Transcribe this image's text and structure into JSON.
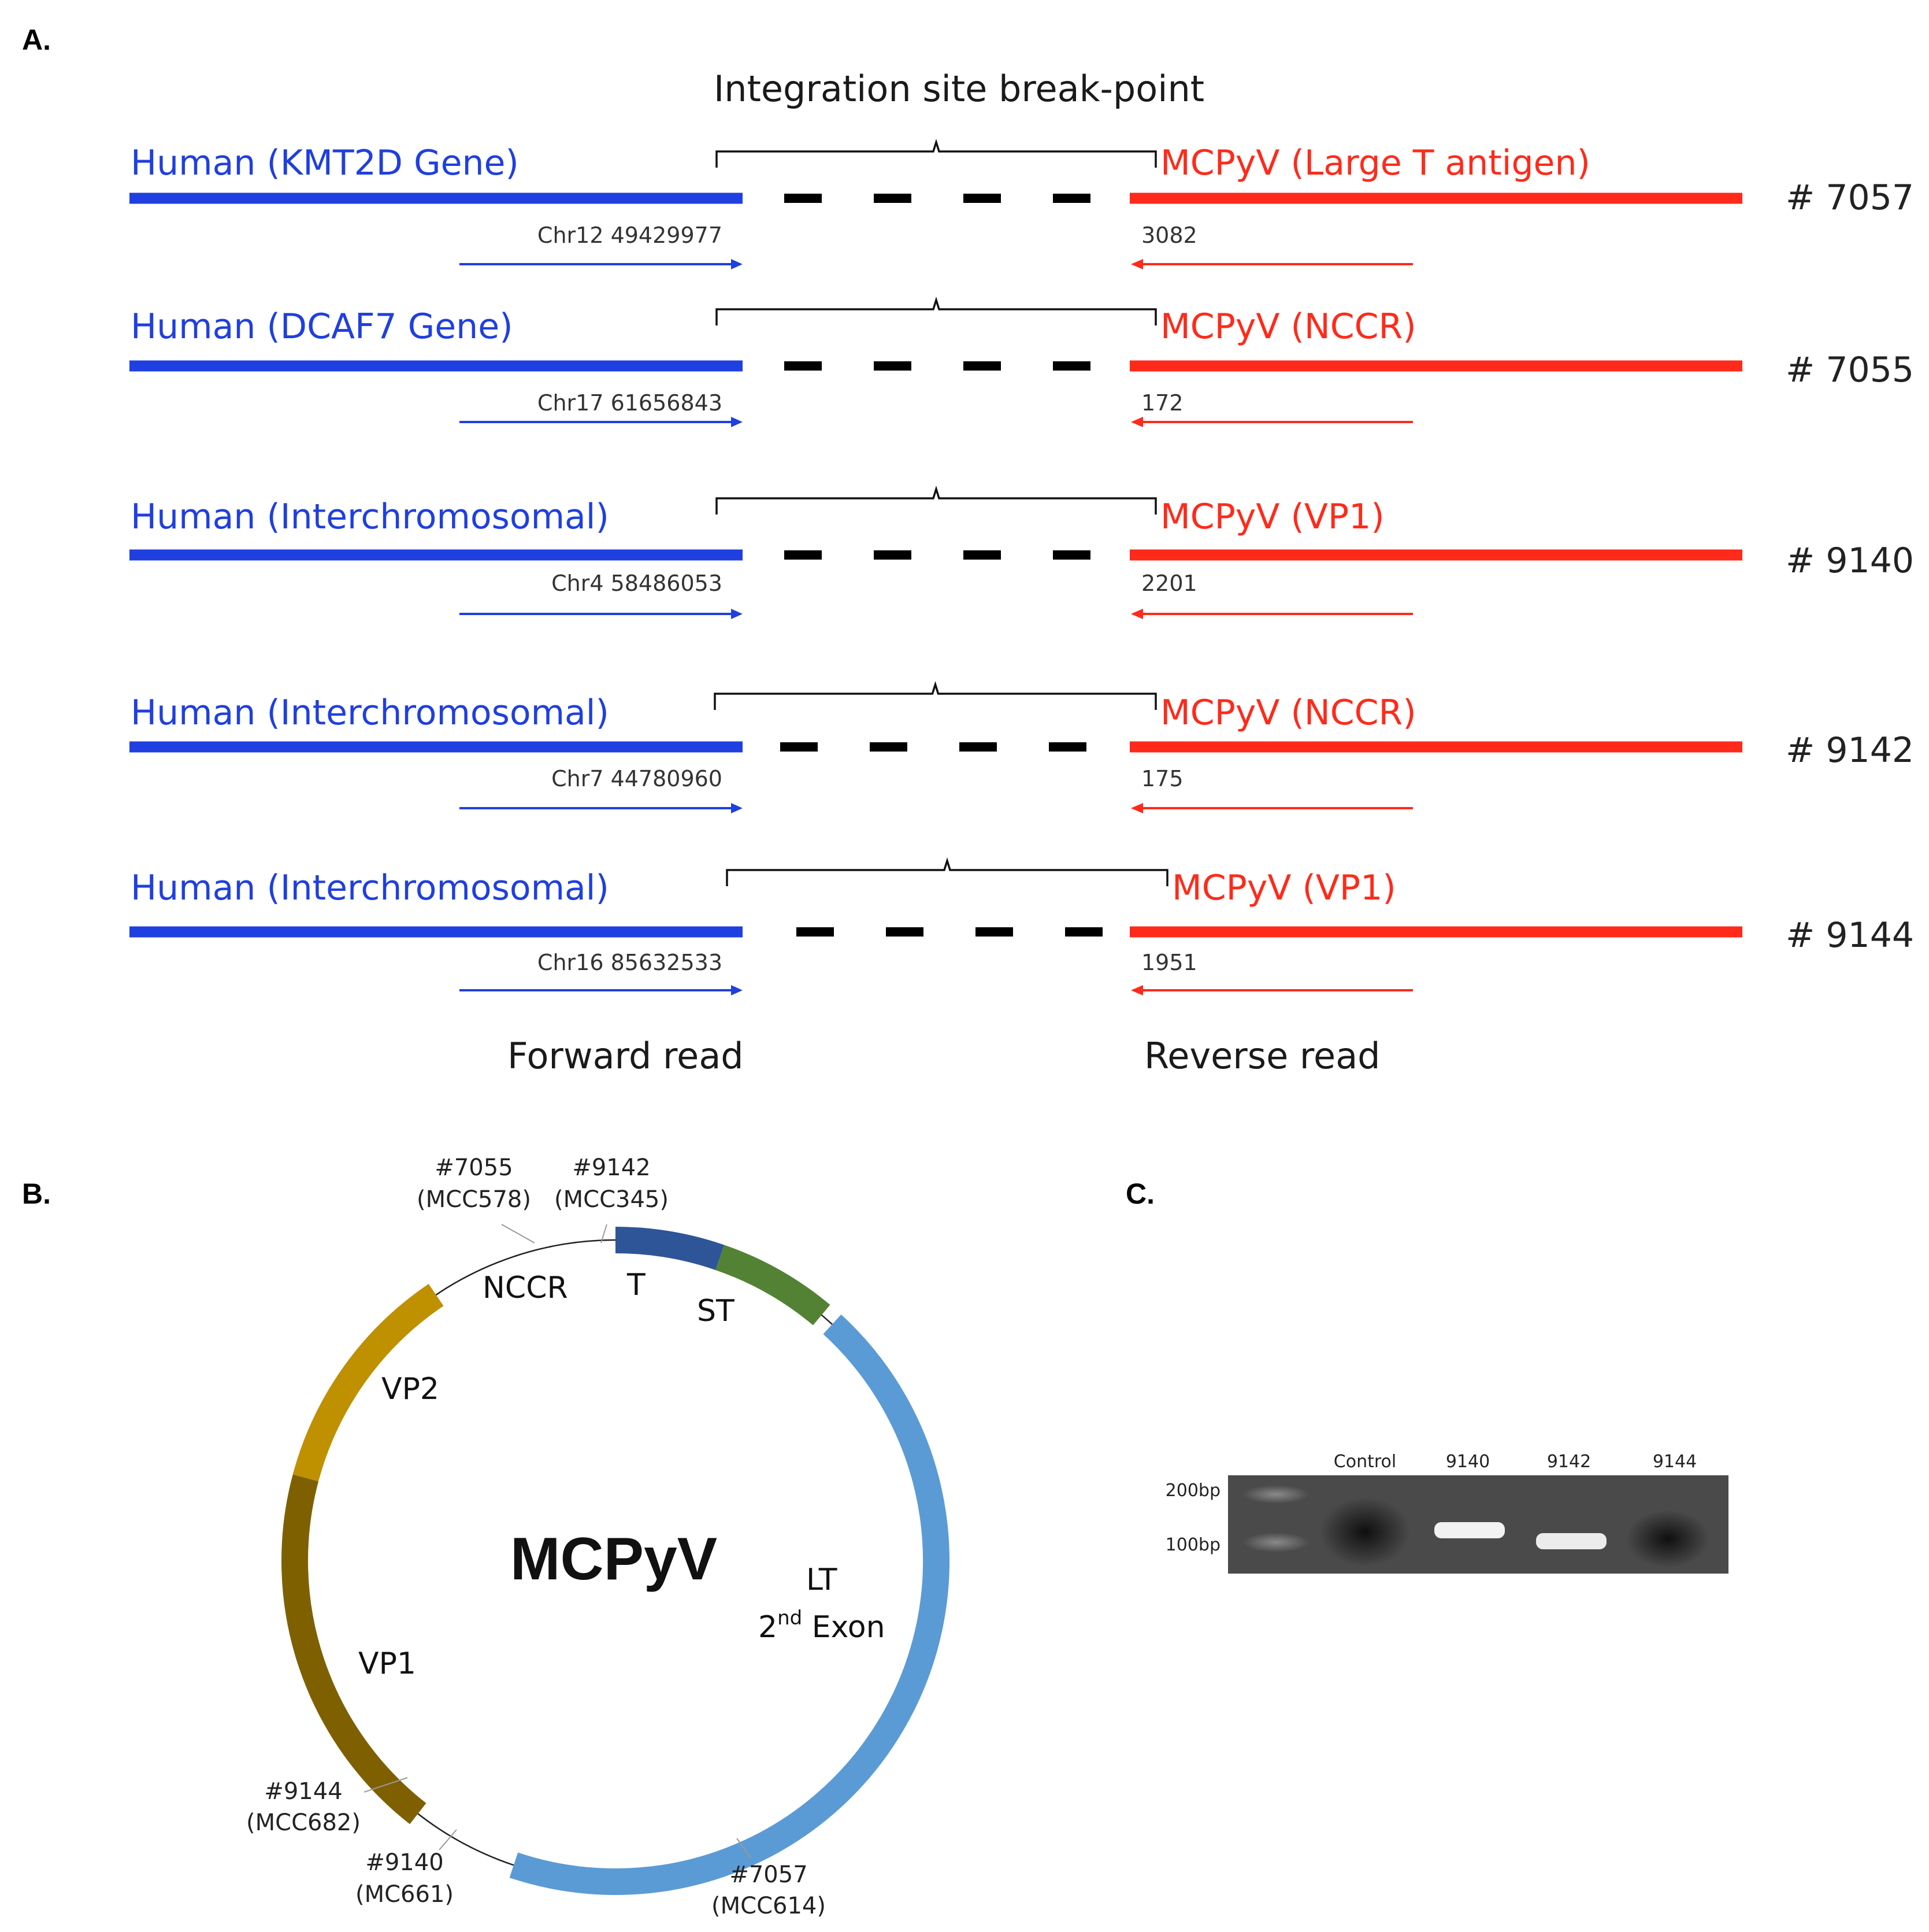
{
  "panel_a": {
    "label": "A.",
    "title": "Integration site break-point",
    "rows": [
      {
        "sample": "# 7057",
        "human_label": "Human (KMT2D Gene)",
        "virus_label": "MCPyV (Large T antigen)",
        "human_coord": "Chr12 49429977",
        "virus_coord": "3082"
      },
      {
        "sample": "# 7055",
        "human_label": "Human (DCAF7 Gene)",
        "virus_label": "MCPyV (NCCR)",
        "human_coord": "Chr17 61656843",
        "virus_coord": "172"
      },
      {
        "sample": "# 9140",
        "human_label": "Human (Interchromosomal)",
        "virus_label": "MCPyV (VP1)",
        "human_coord": "Chr4 58486053",
        "virus_coord": "2201"
      },
      {
        "sample": "# 9142",
        "human_label": "Human (Interchromosomal)",
        "virus_label": "MCPyV (NCCR)",
        "human_coord": "Chr7 44780960",
        "virus_coord": "175"
      },
      {
        "sample": "# 9144",
        "human_label": "Human (Interchromosomal)",
        "virus_label": "MCPyV (VP1)",
        "human_coord": "Chr16 85632533",
        "virus_coord": "1951"
      }
    ],
    "forward_label": "Forward read",
    "reverse_label": "Reverse read",
    "colors": {
      "human": "#1f3fe0",
      "virus": "#ff2a1a",
      "dash": "#000000"
    }
  },
  "panel_b": {
    "label": "B.",
    "center_label": "MCPyV",
    "segments": [
      {
        "name": "T",
        "color": "#2e5597"
      },
      {
        "name": "ST",
        "color": "#548235"
      },
      {
        "name": "LT",
        "name_line2": "2",
        "sup": "nd",
        "name_line2_rest": " Exon",
        "color": "#5b9bd5"
      },
      {
        "name": "VP1",
        "color": "#7f6000"
      },
      {
        "name": "VP2",
        "color": "#bf9000"
      },
      {
        "name": "NCCR",
        "color": "#ffffff"
      }
    ],
    "annotations": [
      {
        "id": "#7055",
        "sub": "(MCC578)"
      },
      {
        "id": "#9142",
        "sub": "(MCC345)"
      },
      {
        "id": "#9144",
        "sub": "(MCC682)"
      },
      {
        "id": "#9140",
        "sub": "(MC661)"
      },
      {
        "id": "#7057",
        "sub": "(MCC614)"
      }
    ]
  },
  "panel_c": {
    "label": "C.",
    "lanes": [
      "Control",
      "9140",
      "9142",
      "9144"
    ],
    "ladder": [
      "200bp",
      "100bp"
    ]
  }
}
